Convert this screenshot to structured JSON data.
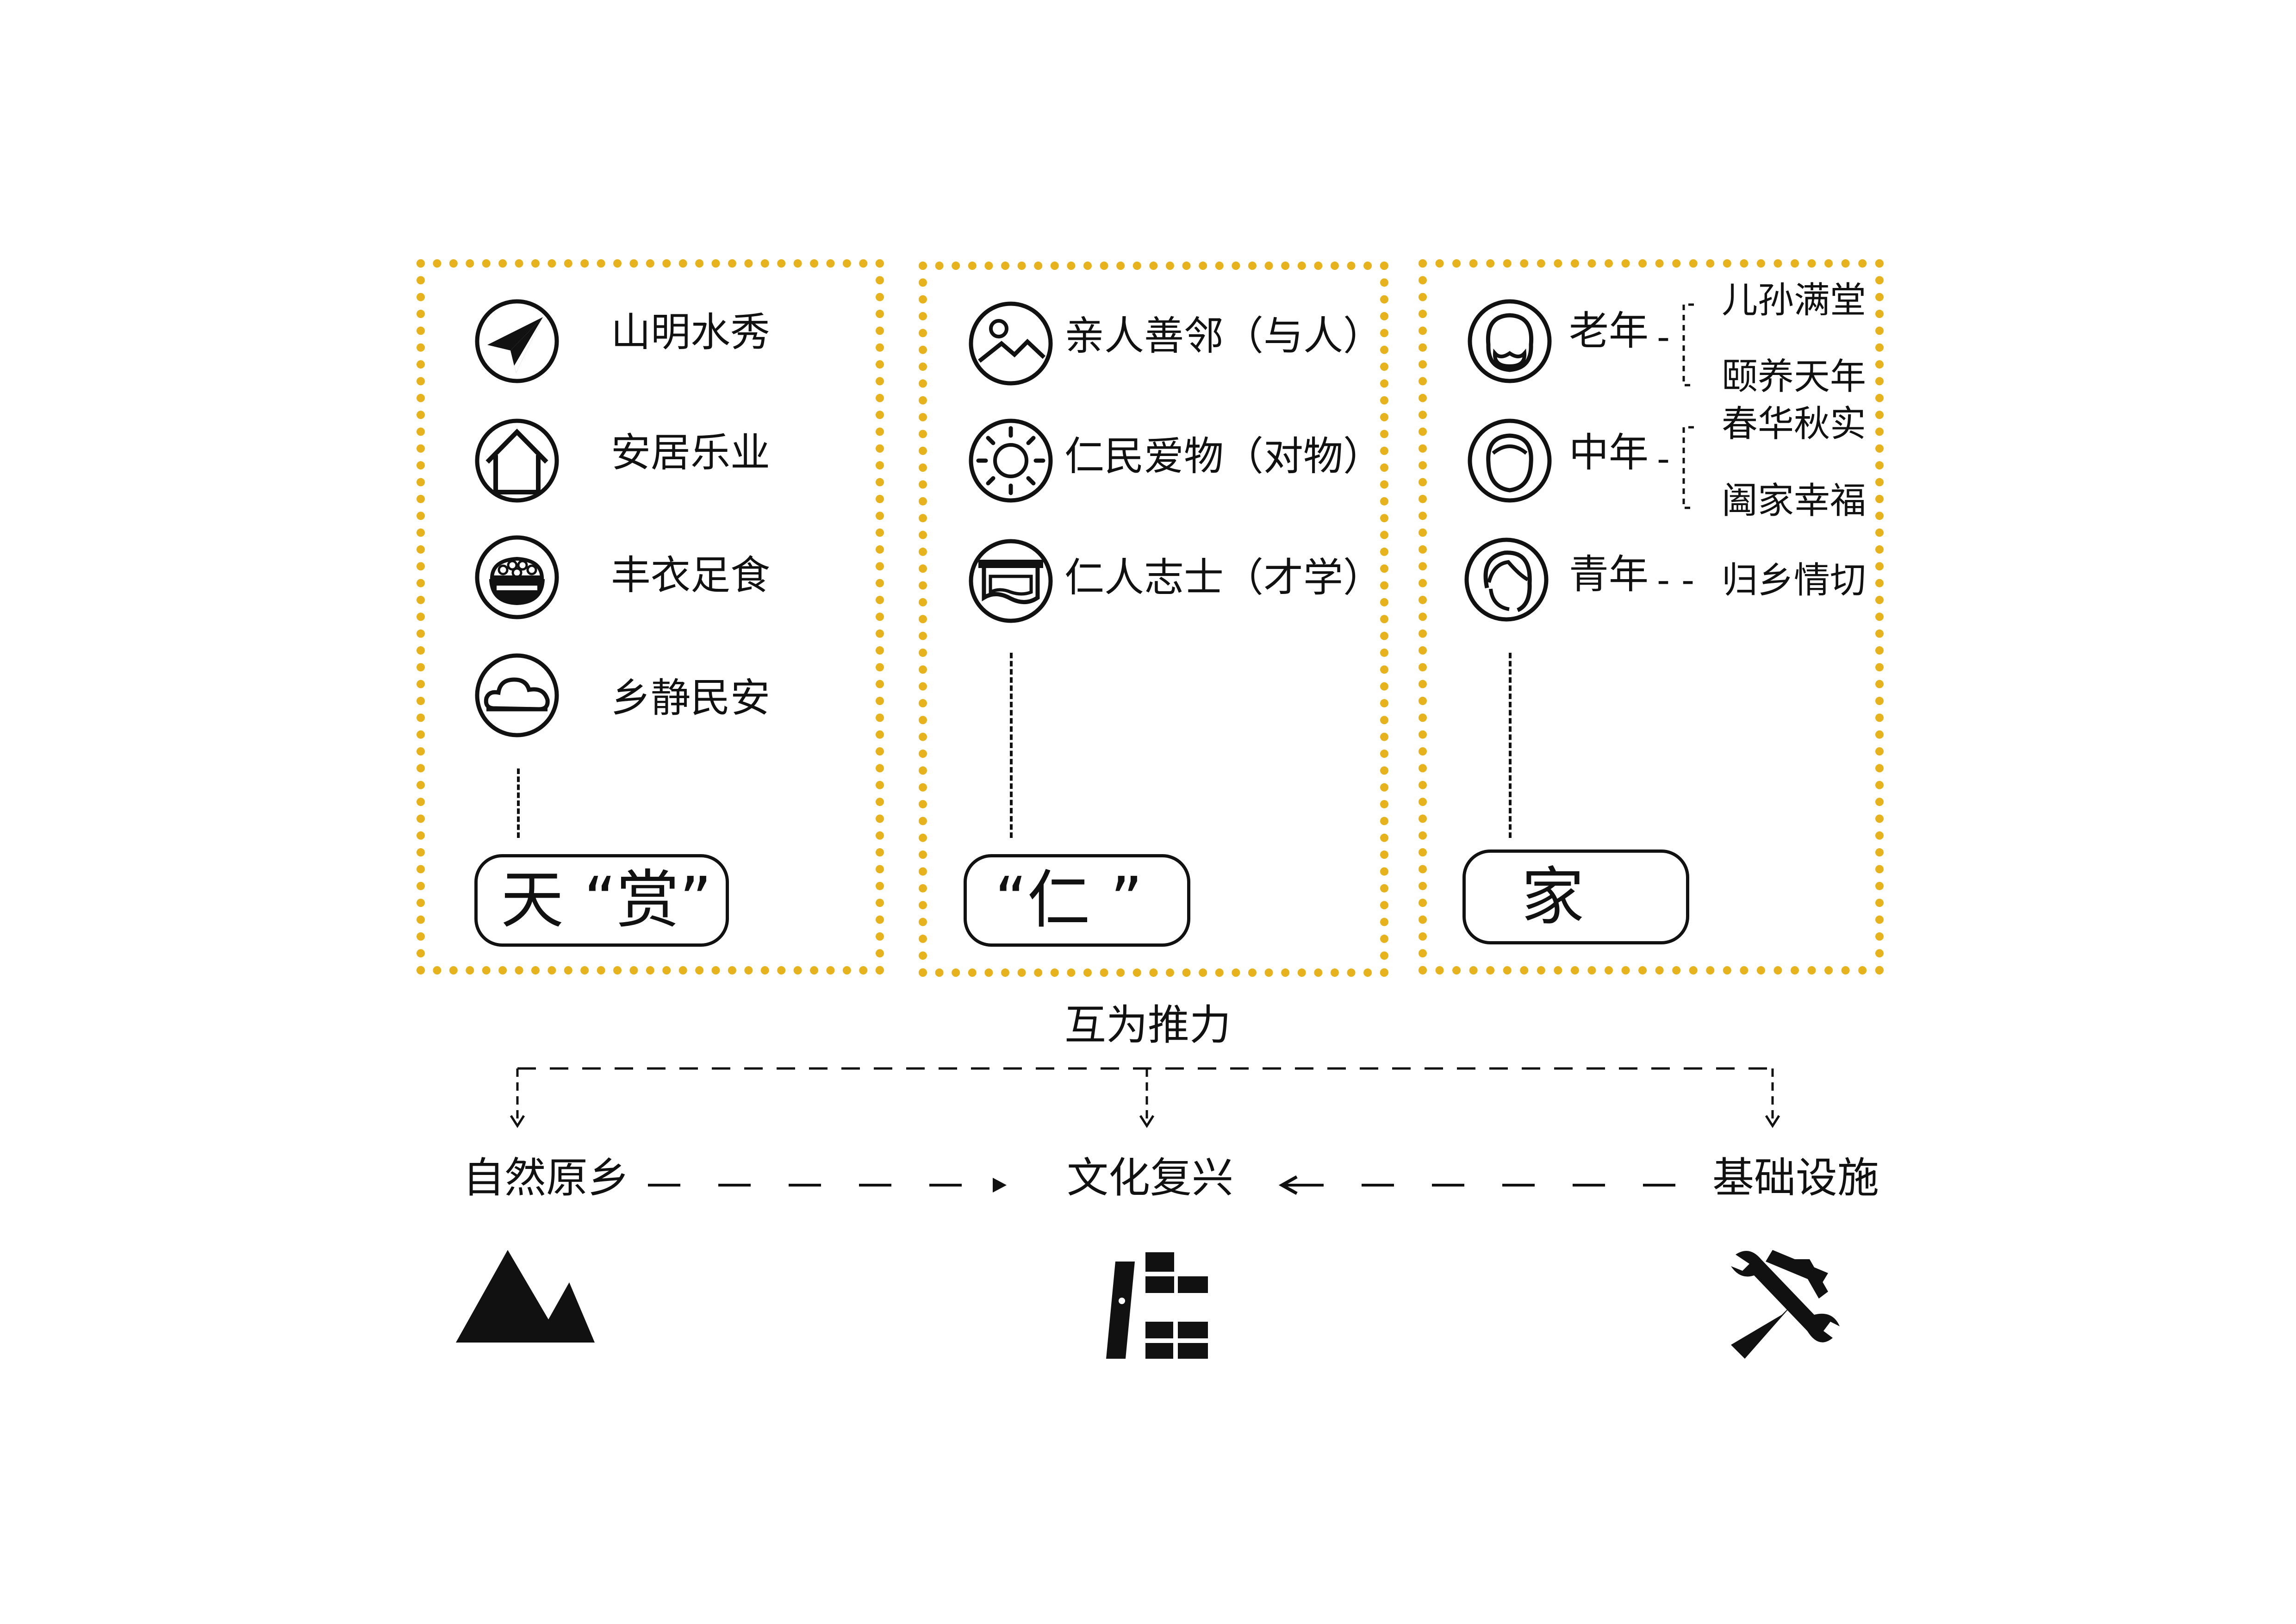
{
  "panels": [
    {
      "label": "天 “赏”",
      "items": [
        "山明水秀",
        "安居乐业",
        "丰衣足食",
        "乡静民安"
      ],
      "icons": [
        "paper-plane-icon",
        "house-icon",
        "rice-bowl-icon",
        "cloud-icon"
      ]
    },
    {
      "label": "“仁 ”",
      "items": [
        "亲人善邻（与人）",
        "仁民爱物（对物）",
        "仁人志士（才学）"
      ],
      "icons": [
        "landscape-photo-icon",
        "sun-icon",
        "scroll-icon"
      ]
    },
    {
      "label": "家",
      "groups": [
        {
          "age": "老年",
          "icon": "elder-face-icon",
          "outcomes": [
            "儿孙满堂",
            "颐养天年"
          ]
        },
        {
          "age": "中年",
          "icon": "adult-face-icon",
          "outcomes": [
            "春华秋实",
            "阖家幸福"
          ]
        },
        {
          "age": "青年",
          "icon": "young-face-icon",
          "outcomes": [
            "归乡情切"
          ]
        }
      ]
    }
  ],
  "bottom": {
    "mutual_label": "互为推力",
    "left": "自然原乡",
    "center": "文化复兴",
    "right": "基础设施",
    "icons": [
      "mountain-icon",
      "books-icon",
      "tools-icon"
    ]
  },
  "colors": {
    "panel_border": "#e6b31e",
    "ink": "#111111"
  }
}
